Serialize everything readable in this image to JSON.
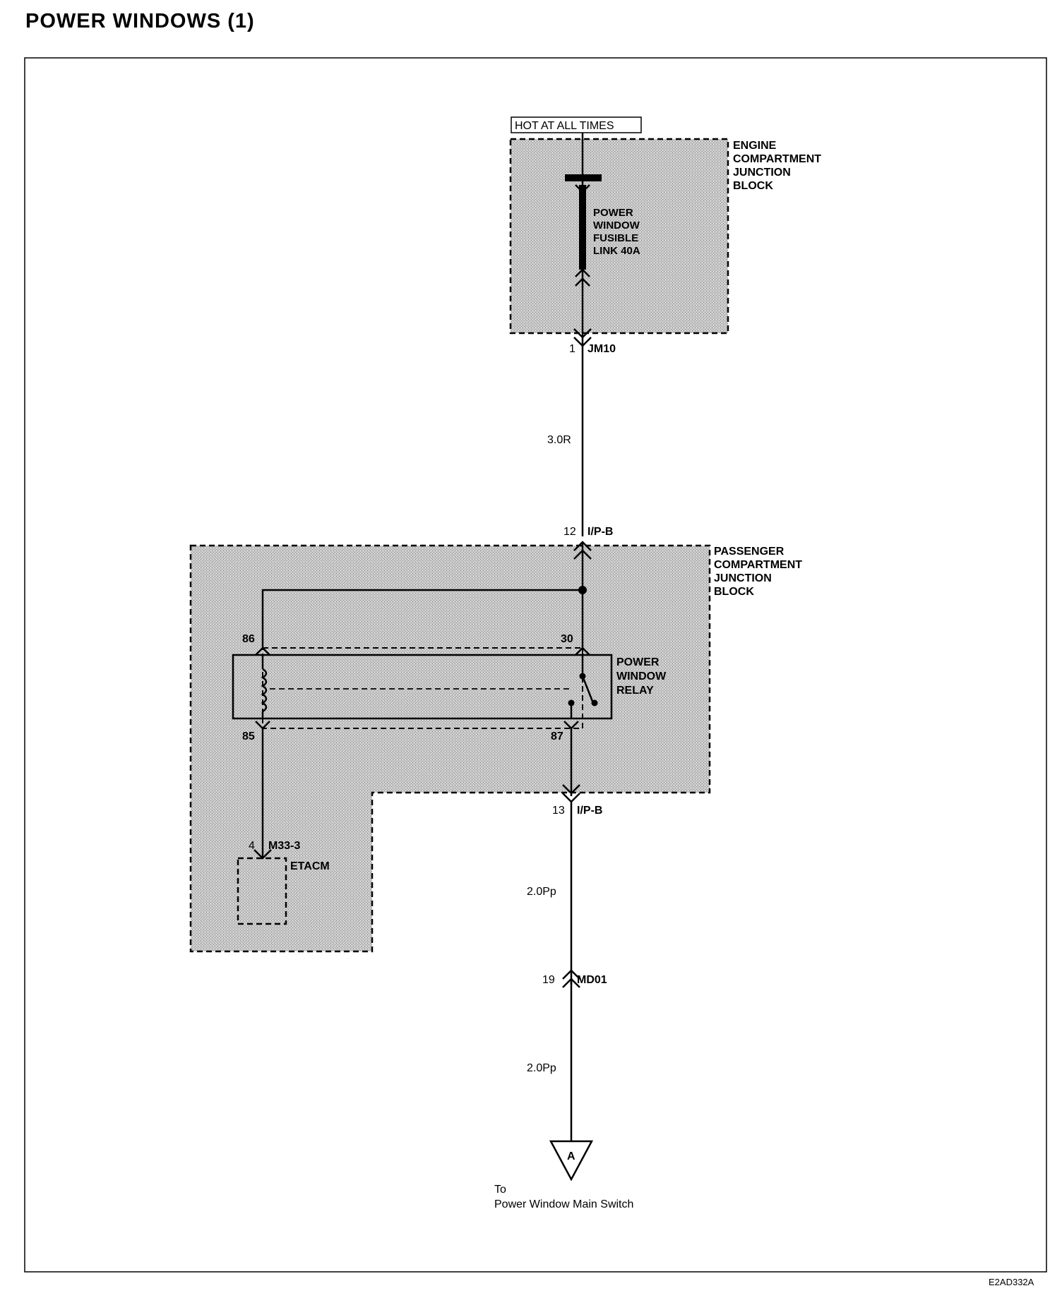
{
  "title": "POWER WINDOWS (1)",
  "figure_code": "E2AD332A",
  "power_source": "HOT AT ALL TIMES",
  "engine_block": {
    "label": [
      "ENGINE",
      "COMPARTMENT",
      "JUNCTION",
      "BLOCK"
    ],
    "fuse_label": [
      "POWER",
      "WINDOW",
      "FUSIBLE",
      "LINK 40A"
    ]
  },
  "connectors": {
    "jm10": {
      "pin": "1",
      "name": "JM10"
    },
    "ipb_in": {
      "pin": "12",
      "name": "I/P-B"
    },
    "ipb_out": {
      "pin": "13",
      "name": "I/P-B"
    },
    "m33": {
      "pin": "4",
      "name": "M33-3"
    },
    "md01": {
      "pin": "19",
      "name": "MD01"
    }
  },
  "wires": {
    "w1": "3.0R",
    "w2": "2.0Pp",
    "w3": "2.0Pp"
  },
  "passenger_block": {
    "label": [
      "PASSENGER",
      "COMPARTMENT",
      "JUNCTION",
      "BLOCK"
    ]
  },
  "relay": {
    "label": [
      "POWER",
      "WINDOW",
      "RELAY"
    ],
    "pins": {
      "p86": "86",
      "p30": "30",
      "p85": "85",
      "p87": "87"
    }
  },
  "etacm": "ETACM",
  "terminal": {
    "letter": "A",
    "note": [
      "To",
      "Power Window Main Switch"
    ]
  }
}
